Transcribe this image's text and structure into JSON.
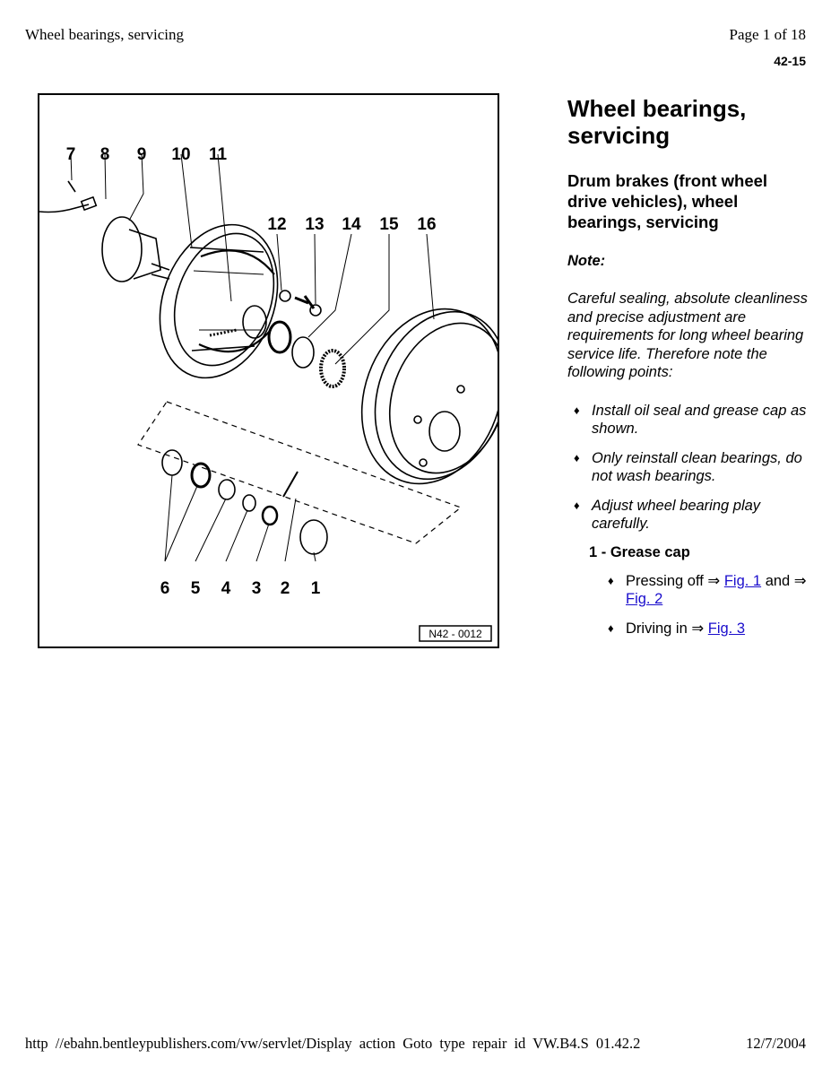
{
  "header": {
    "left": "Wheel bearings, servicing",
    "page": "Page 1 of 18",
    "code": "42-15"
  },
  "figure": {
    "callouts": [
      "7",
      "8",
      "9",
      "10",
      "11",
      "12",
      "13",
      "14",
      "15",
      "16",
      "6",
      "5",
      "4",
      "3",
      "2",
      "1"
    ],
    "ref": "N42 - 0012"
  },
  "content": {
    "title": "Wheel bearings, servicing",
    "subtitle": "Drum brakes (front wheel drive vehicles), wheel bearings, servicing",
    "note_label": "Note:",
    "note_text": "Careful sealing, absolute cleanliness and precise adjustment are requirements for long wheel bearing service life. Therefore note the following points:",
    "bullets": [
      "Install oil seal and grease cap as shown.",
      "Only reinstall clean bearings, do not wash bearings.",
      "Adjust wheel bearing play carefully."
    ],
    "item1": "1 - Grease cap",
    "sub1_text": "Pressing off ⇒ ",
    "sub1_link1": "Fig. 1",
    "sub1_mid": " and ⇒ ",
    "sub1_link2": "Fig. 2",
    "sub2_text": "Driving in ⇒ ",
    "sub2_link": "Fig. 3",
    "bullet_glyph": "♦"
  },
  "footer": {
    "url": "http //ebahn.bentleypublishers.com/vw/servlet/Display action Goto type repair id VW.B4.S 01.42.2",
    "date": "12/7/2004"
  }
}
